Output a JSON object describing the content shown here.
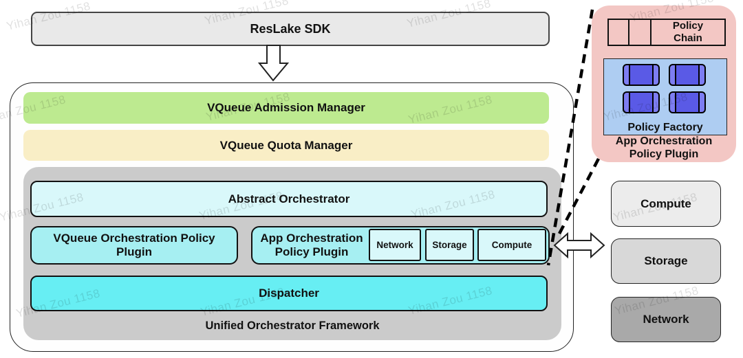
{
  "watermark": {
    "text": "Yihan Zou 1158"
  },
  "sdk": {
    "label": "ResLake SDK"
  },
  "platform": {
    "admission_manager": "VQueue Admission Manager",
    "quota_manager": "VQueue Quota Manager",
    "framework": {
      "label": "Unified Orchestrator Framework",
      "abstract_orchestrator": "Abstract Orchestrator",
      "vqueue_policy_plugin": "VQueue Orchestration Policy Plugin",
      "app_policy_plugin": "App Orchestration Policy Plugin",
      "resources": [
        "Network",
        "Storage",
        "Compute"
      ],
      "dispatcher": "Dispatcher"
    }
  },
  "callout": {
    "policy_chain": "Policy Chain",
    "policy_factory": "Policy Factory",
    "label": "App Orchestration Policy Plugin"
  },
  "resource_pools": [
    "Compute",
    "Storage",
    "Network"
  ],
  "colors": {
    "admission_green": "#bdea90",
    "quota_yellow": "#f9eec6",
    "framework_gray": "#cbcbcb",
    "abstract_cyan": "#d9f8fa",
    "plugin_cyan": "#a6eff2",
    "dispatcher_cyan": "#67eef3",
    "callout_pink": "#f3c7c4",
    "factory_blue_bg": "#aecdf2",
    "policy_icon_blue": "#5a5ae6",
    "pool_compute": "#ececec",
    "pool_storage": "#d8d8d8",
    "pool_network": "#a9a9a9"
  }
}
